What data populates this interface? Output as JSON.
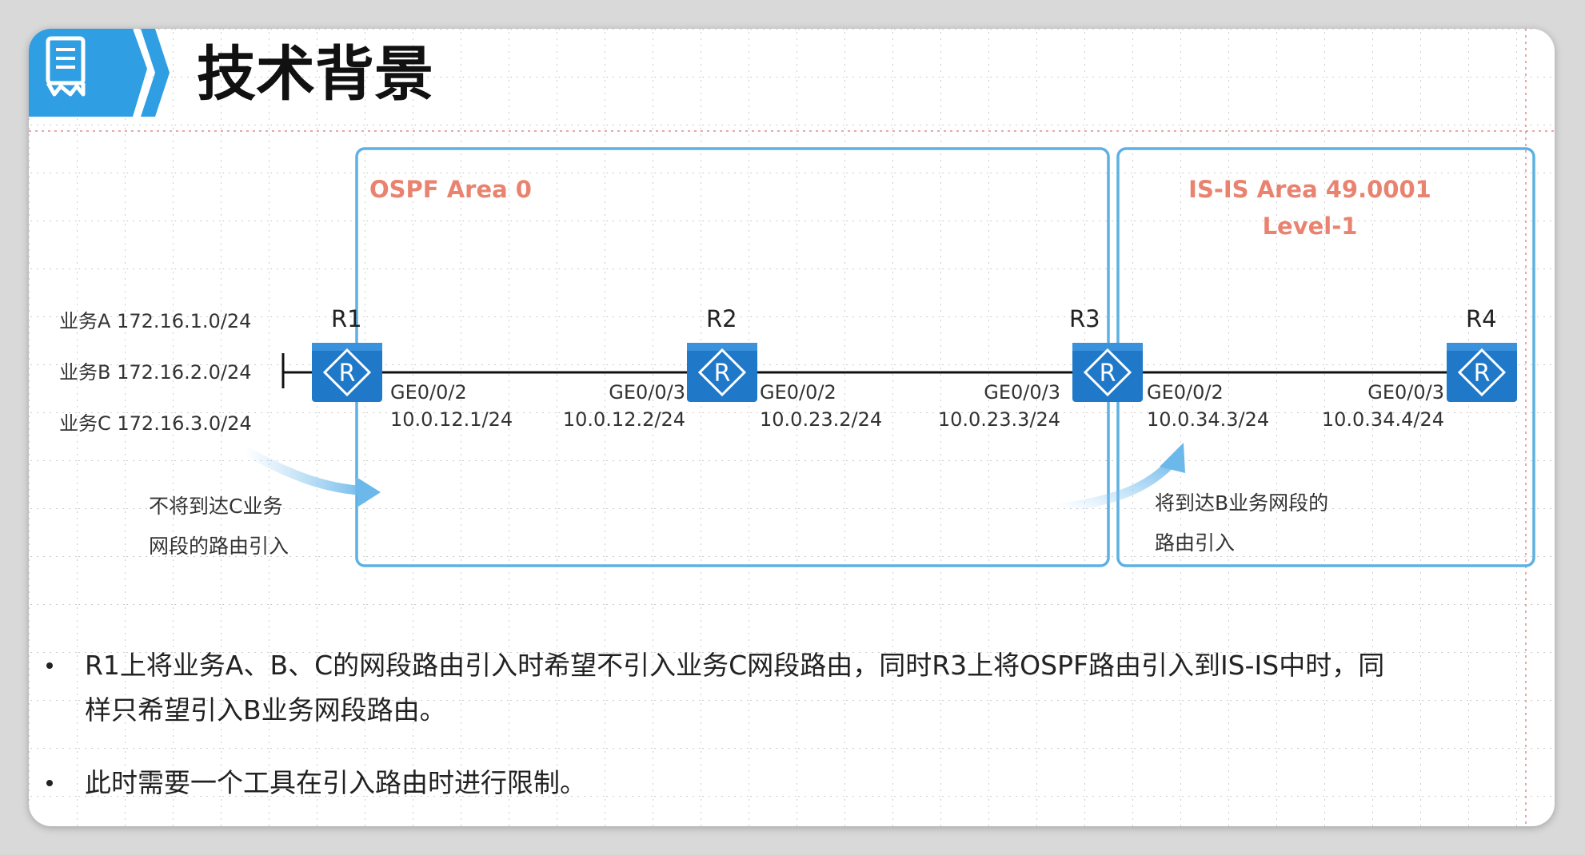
{
  "slide": {
    "title": "技术背景",
    "header_icon": "document-icon",
    "accent_color": "#2f9ee3"
  },
  "areas": {
    "ospf": {
      "label": "OSPF Area 0",
      "color": "#e9836f"
    },
    "isis": {
      "label_line1": "IS-IS Area 49.0001",
      "label_line2": "Level-1",
      "color": "#e9836f"
    }
  },
  "services": [
    "业务A 172.16.1.0/24",
    "业务B 172.16.2.0/24",
    "业务C 172.16.3.0/24"
  ],
  "routers": [
    {
      "name": "R1",
      "icon": "router-icon"
    },
    {
      "name": "R2",
      "icon": "router-icon"
    },
    {
      "name": "R3",
      "icon": "router-icon"
    },
    {
      "name": "R4",
      "icon": "router-icon"
    }
  ],
  "links": [
    {
      "left_if": "GE0/0/2",
      "left_ip": "10.0.12.1/24",
      "right_if": "GE0/0/3",
      "right_ip": "10.0.12.2/24"
    },
    {
      "left_if": "GE0/0/2",
      "left_ip": "10.0.23.2/24",
      "right_if": "GE0/0/3",
      "right_ip": "10.0.23.3/24"
    },
    {
      "left_if": "GE0/0/2",
      "left_ip": "10.0.34.3/24",
      "right_if": "GE0/0/3",
      "right_ip": "10.0.34.4/24"
    }
  ],
  "annotations": {
    "left": [
      "不将到达C业务",
      "网段的路由引入"
    ],
    "right": [
      "将到达B业务网段的",
      "路由引入"
    ]
  },
  "bullets": [
    [
      "R1上将业务A、B、C的网段路由引入时希望不引入业务C网段路由，同时R3上将OSPF路由引入到IS-IS中时，同",
      "样只希望引入B业务网段路由。"
    ],
    [
      "此时需要一个工具在引入路由时进行限制。"
    ]
  ]
}
